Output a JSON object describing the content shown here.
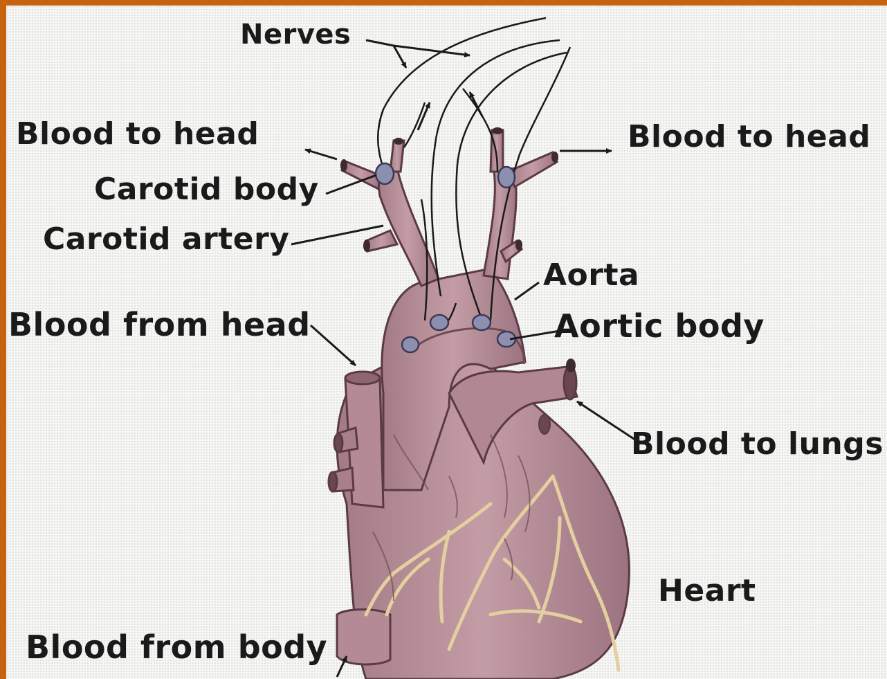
{
  "diagram": {
    "labels": {
      "nerves": "Nerves",
      "blood_to_head_left": "Blood to head",
      "blood_to_head_right": "Blood to head",
      "carotid_body": "Carotid body",
      "carotid_artery": "Carotid artery",
      "aorta": "Aorta",
      "blood_from_head": "Blood from head",
      "aortic_body": "Aortic body",
      "blood_to_lungs": "Blood to lungs",
      "heart": "Heart",
      "blood_from_body": "Blood from body"
    },
    "colors": {
      "frame": "#c7620f",
      "background": "#f6f6f4",
      "tissue": "#b68c95",
      "tissue_shadow": "#6f4a55",
      "coronary_vessels": "#e3cfa0",
      "receptor_bodies": "#8c8fb0"
    }
  }
}
